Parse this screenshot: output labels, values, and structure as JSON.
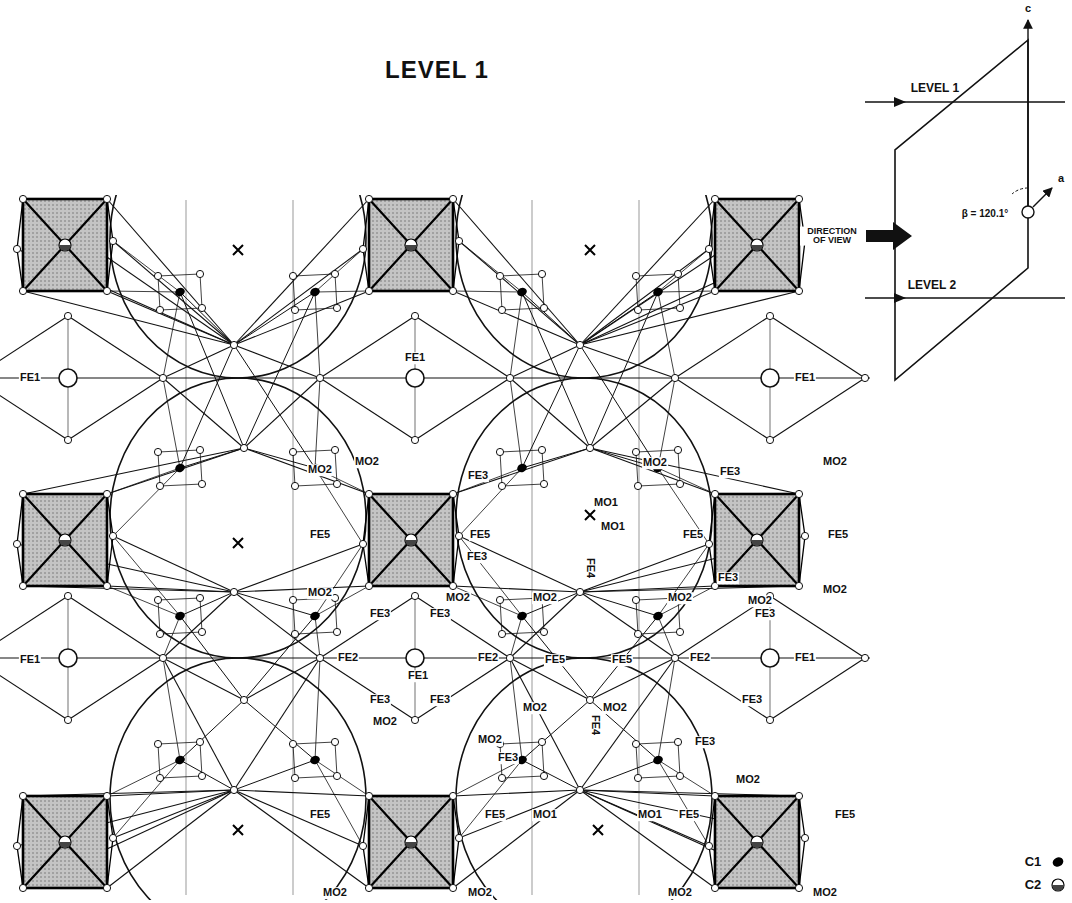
{
  "diagram": {
    "title": "LEVEL 1",
    "labels": [
      "FE1",
      "FE1",
      "FE1",
      "MO2",
      "MO2",
      "FE3",
      "MO1",
      "MO2",
      "FE3",
      "MO2",
      "FE5",
      "FE5",
      "MO1",
      "FE5",
      "FE5",
      "FE3",
      "FE4",
      "FE3",
      "MO2",
      "MO2",
      "MO2",
      "MO2",
      "MO2",
      "MO2",
      "FE3",
      "FE3",
      "FE3",
      "FE1",
      "FE2",
      "FE1",
      "FE2",
      "FE5",
      "FE5",
      "FE2",
      "FE1",
      "FE3",
      "FE3",
      "MO2",
      "MO2",
      "FE3",
      "MO2",
      "MO2",
      "FE3",
      "FE4",
      "FE3",
      "MO2",
      "FE5",
      "FE5",
      "MO1",
      "MO1",
      "FE5",
      "FE5",
      "MO2",
      "MO2",
      "MO2",
      "MO2",
      "c",
      "LEVEL 1",
      "DIRECTION OF VIEW",
      "β = 120.1°",
      "a",
      "LEVEL 2"
    ],
    "legend": [
      {
        "text": "C1"
      },
      {
        "text": "C2"
      }
    ]
  }
}
